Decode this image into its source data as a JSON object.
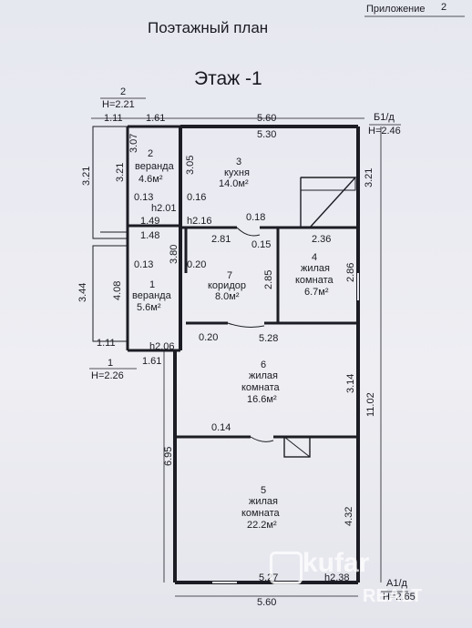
{
  "header": {
    "appendix_label": "Приложение",
    "appendix_number": "2",
    "title": "Поэтажный план",
    "floor": "Этаж -1"
  },
  "axes": {
    "a2": "2",
    "a2_h": "Н=2.21",
    "a1": "1",
    "a1_h": "Н=2.26",
    "b1d": "Б1/д",
    "b1d_h": "Н=2.46",
    "a1d": "А1/д",
    "a1d_h": "Н=2.65"
  },
  "rooms": [
    {
      "num": "1",
      "name": "веранда",
      "area": "5.6м²"
    },
    {
      "num": "2",
      "name": "веранда",
      "area": "4.6м²"
    },
    {
      "num": "3",
      "name": "кухня",
      "area": "14.0м²"
    },
    {
      "num": "4",
      "name1": "жилая",
      "name2": "комната",
      "area": "6.7м²"
    },
    {
      "num": "5",
      "name1": "жилая",
      "name2": "комната",
      "area": "22.2м²"
    },
    {
      "num": "6",
      "name1": "жилая",
      "name2": "комната",
      "area": "16.6м²"
    },
    {
      "num": "7",
      "name": "коридор",
      "area": "8.0м²"
    }
  ],
  "dims": {
    "d_1_11_top": "1.11",
    "d_1_61_top": "1.61",
    "d_5_60_top": "5.60",
    "d_5_30": "5.30",
    "d_3_07": "3.07",
    "d_3_21_left": "3.21",
    "d_3_21_inner": "3.21",
    "d_3_05": "3.05",
    "d_3_21_right": "3.21",
    "d_0_13_a": "0.13",
    "d_0_16": "0.16",
    "d_h2_01": "h2.01",
    "d_1_49": "1.49",
    "d_h2_16": "h2.16",
    "d_0_18": "0.18",
    "d_1_48": "1.48",
    "d_3_80": "3.80",
    "d_2_81": "2.81",
    "d_0_15": "0.15",
    "d_2_36": "2.36",
    "d_3_44": "3.44",
    "d_4_08": "4.08",
    "d_0_13_b": "0.13",
    "d_0_20_a": "0.20",
    "d_2_85": "2.85",
    "d_2_86": "2.86",
    "d_1_11_bot": "1.11",
    "d_h2_06": "h2.06",
    "d_1_61_bot": "1.61",
    "d_0_20_b": "0.20",
    "d_5_28": "5.28",
    "d_3_14": "3.14",
    "d_11_02": "11.02",
    "d_0_14": "0.14",
    "d_6_95": "6.95",
    "d_4_32": "4.32",
    "d_5_27": "5.27",
    "d_h2_38": "h2.38",
    "d_5_60_bot": "5.60"
  },
  "watermark": {
    "brand": "kufar",
    "sub": "REALT"
  }
}
